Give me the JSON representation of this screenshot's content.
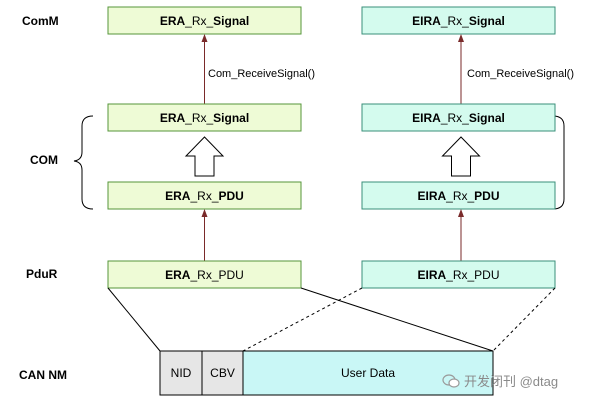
{
  "layers": {
    "comm": "ComM",
    "com": "COM",
    "pdur": "PduR",
    "cannm": "CAN NM"
  },
  "era": {
    "comm_signal": {
      "prefix": "ERA",
      "mid": "_Rx_",
      "suffix": "Signal"
    },
    "com_signal": {
      "prefix": "ERA",
      "mid": "_Rx_",
      "suffix": "Signal"
    },
    "com_pdu": {
      "prefix": "ERA",
      "mid": "_Rx_",
      "suffix": "PDU"
    },
    "pdur_pdu": {
      "prefix": "ERA",
      "mid": "_Rx_PDU",
      "suffix": ""
    },
    "call": "Com_ReceiveSignal()"
  },
  "eira": {
    "comm_signal": {
      "prefix": "EIRA",
      "mid": "_Rx_",
      "suffix": "Signal"
    },
    "com_signal": {
      "prefix": "EIRA",
      "mid": "_Rx_",
      "suffix": "Signal"
    },
    "com_pdu": {
      "prefix": "EIRA",
      "mid": "_Rx_",
      "suffix": "PDU"
    },
    "pdur_pdu": {
      "prefix": "EIRA",
      "mid": "_Rx_PDU",
      "suffix": ""
    },
    "call": "Com_ReceiveSignal()"
  },
  "frame": {
    "nid": "NID",
    "cbv": "CBV",
    "user_data": "User Data"
  },
  "watermark": "开发闭刊 @dtag",
  "colors": {
    "era_fill": "#eefbd6",
    "era_stroke": "#55963a",
    "eira_fill": "#d4fbee",
    "eira_stroke": "#3a8f7a",
    "arrow": "#7a2a2a",
    "nid_fill": "#e6e6e6",
    "user_data_fill": "#c9f7f6"
  }
}
